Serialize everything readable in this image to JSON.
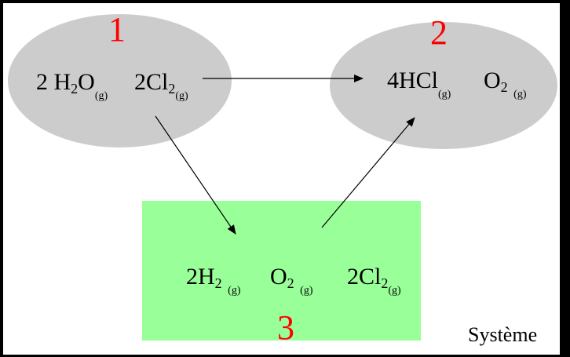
{
  "colors": {
    "border": "#000000",
    "ellipse_fill": "#cccccc",
    "box_fill": "#99ff99",
    "number_color": "#ff0000"
  },
  "node1": {
    "number": "1",
    "species": [
      {
        "coef": "2 ",
        "el1": "H",
        "sub1": "2",
        "el2": "O",
        "sub2": "",
        "state": "(g)"
      },
      {
        "coef": "2",
        "el1": "Cl",
        "sub1": "2",
        "el2": "",
        "sub2": "",
        "state": "(g)"
      }
    ]
  },
  "node2": {
    "number": "2",
    "species": [
      {
        "coef": "4",
        "el1": "HCl",
        "sub1": "",
        "el2": "",
        "sub2": "",
        "state": "(g)"
      },
      {
        "coef": "",
        "el1": "O",
        "sub1": "2",
        "el2": "",
        "sub2": "",
        "state": "(g)"
      }
    ]
  },
  "node3": {
    "number": "3",
    "species": [
      {
        "coef": "2",
        "el1": "H",
        "sub1": "2",
        "el2": "",
        "sub2": "",
        "state": "(g)"
      },
      {
        "coef": "",
        "el1": "O",
        "sub1": "2",
        "el2": "",
        "sub2": "",
        "state": "(g)"
      },
      {
        "coef": "2",
        "el1": "Cl",
        "sub1": "2",
        "el2": "",
        "sub2": "",
        "state": "(g)"
      }
    ]
  },
  "system_label": "Système"
}
